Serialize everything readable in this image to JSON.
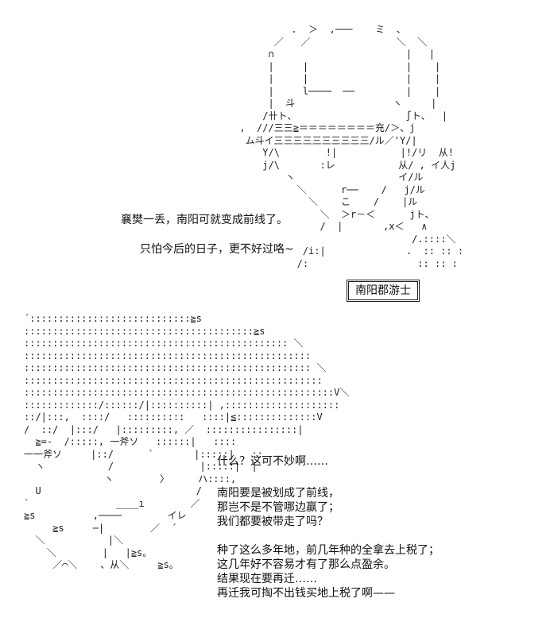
{
  "top_art": {
    "lines": [
      "               .  ＞  ,───    ミ  、",
      "            ／   ／               ＼  ＼",
      "           ∩                       |   |",
      "           |     |                 |    |",
      "           |     |                 |    |",
      "           |     l────  ──         |    |",
      "           |  斗                 ヽ     |",
      "          /卄ト、                   ∫ト、  |",
      "      ,  ///三三≧＝＝＝＝＝＝＝＝充/＞、j",
      "       ム斗イ三三三三三三三三三三/ル／'Y/|",
      "          Y/\\        !|           |!/リ  从!",
      "          j/\\       :レ           从/ , イ人j",
      "              ヽ                  イ/ル",
      "                ＼      r──    /   j/ル",
      "                  ＼    こ    /    |ル",
      "                    ＼  ＞r－＜      jト、",
      "                    /  |       ,x＜   ∧",
      "                                    /.::::＼",
      "                 /i:|              .  :: :: :",
      "                /:                   :: :: :"
    ]
  },
  "bottom_art": {
    "lines": [
      "´::::::::::::::::::::::::::::≧s",
      "::::::::::::::::::::::::::::::::::::::::≧s",
      ":::::::::::::::::::::::::::::::::::::::::::::: ＼",
      "::::::::::::::::::::::::::::::::::::::::::::::::::",
      ":::::::::::::::::::::::::::::::::::::::::::::::::: ＼",
      "::::::::::::::::::::::::::::::::::::::::::::::::::::",
      "::::::::::::::::::::::::::::::::::::::::::::::::::::::V＼",
      ":::::::::::::/::::::/|::::::::::| ,::::::::::::::::::::",
      "::/|:::,  ::::/   ::::::::::   ::::|≦::::::::::::::V",
      "/  ::/  |:::/   |:::::::::, ／  ::::::::::::::::|",
      "  ≧=-  /:::::, 一斧ソ   ::::::|   ::::",
      "一一斧ソ     |::/      `       |:::::|   ::",
      "  ヽ           /               |:::::|  |",
      "              ヽ        〉     ハ::::,",
      "  U                           /",
      "`               ____ı        ／",
      "≧s          ,────        イレ",
      "     ≧s     ─|        ／  ´",
      "  ＼           |＼",
      "    ＼        |   |≧s。",
      "     ／⌒＼    、从＼     ≧s。"
    ]
  },
  "dialogue_top": {
    "line1": "襄樊一丢，南阳可就变成前线了。",
    "line2": "只怕今后的日子，更不好过咯~"
  },
  "nameplate": {
    "label": "南阳郡游士"
  },
  "dialogue_bottom": {
    "block1": [
      "什么？这可不妙啊……"
    ],
    "block2": [
      "南阳要是被划成了前线，",
      "那岂不是不管哪边赢了；",
      "我们都要被带走了吗？"
    ],
    "block3": [
      "种了这么多年地，前几年种的全拿去上税了；",
      "这几年好不容易才有了那么点盈余。",
      "结果现在要再迁……",
      "再迁我可掏不出钱买地上税了啊——"
    ]
  }
}
